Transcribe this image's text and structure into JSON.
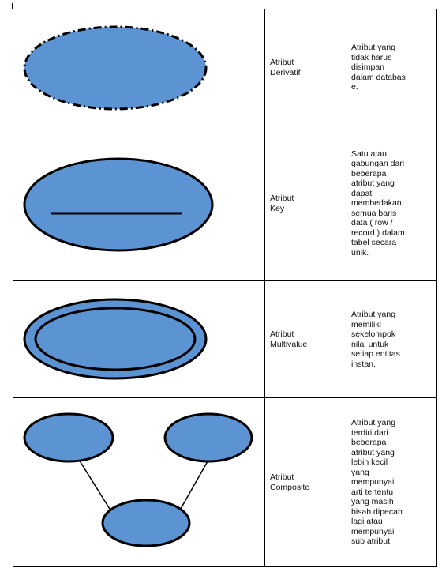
{
  "rows": [
    {
      "id": "derivatif",
      "name_lines": [
        "Atribut",
        "Derivatif"
      ],
      "desc_lines": [
        "Atribut yang",
        "tidak harus",
        "disimpan",
        "dalam databas",
        "e."
      ]
    },
    {
      "id": "key",
      "name_lines": [
        "Atribut",
        "Key"
      ],
      "desc_lines": [
        "Satu atau",
        "gabungan dari",
        "beberapa",
        "atribut yang",
        "dapat",
        "membedakan",
        "semua baris",
        "data ( row /",
        "record ) dalam",
        "tabel secara",
        "unik."
      ]
    },
    {
      "id": "multivalue",
      "name_lines": [
        "Atribut",
        "Multivalue"
      ],
      "desc_lines": [
        "Atribut yang",
        "memiliki",
        "sekelompok",
        "nilai untuk",
        "setiap entitas",
        "instan."
      ]
    },
    {
      "id": "composite",
      "name_lines": [
        "Atribut",
        "Composite"
      ],
      "desc_lines": [
        "Atribut yang",
        "terdiri dari",
        "beberapa",
        "atribut yang",
        "lebih kecil",
        "yang",
        "mempunyai",
        "arti tertentu",
        "yang masih",
        "bisah dipecah",
        "lagi atau",
        "mempunyai",
        "sub atribut."
      ]
    }
  ],
  "colors": {
    "shape_fill": "#5b93d3",
    "stroke": "#000000"
  }
}
